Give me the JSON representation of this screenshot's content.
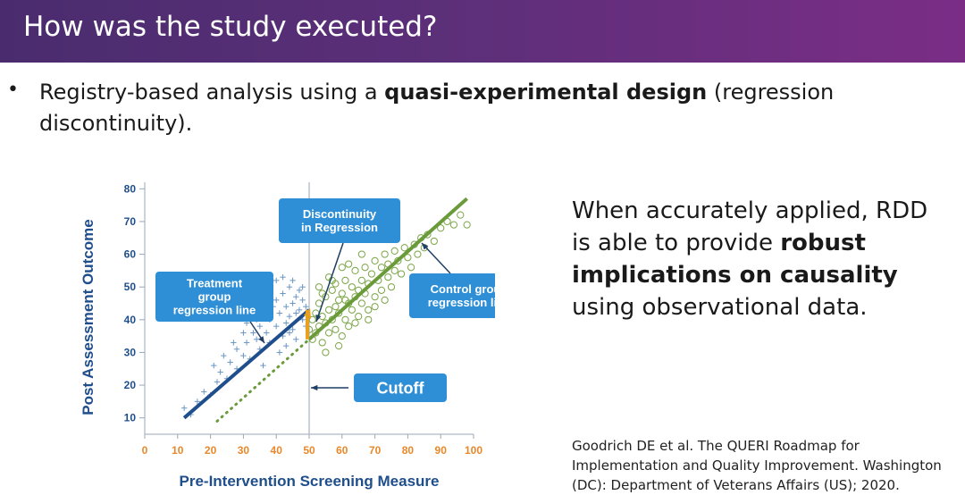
{
  "slide": {
    "title": "How was the study executed?",
    "bullet": {
      "text_before": "Registry-based analysis using a ",
      "text_bold": "quasi-experimental design",
      "text_after": " (regression discontinuity)."
    },
    "side_text": {
      "before": "When accurately applied, RDD is able to provide ",
      "bold": "robust implications on causality",
      "after": " using observational data."
    },
    "citation": "Goodrich DE et al. The QUERI Roadmap for Implementation and Quality Improvement. Washington (DC): Department of Veterans Affairs (US); 2020."
  },
  "chart_data": {
    "type": "scatter",
    "xlabel": "Pre-Intervention Screening Measure",
    "ylabel": "Post Assessment Outcome",
    "xlim": [
      0,
      100
    ],
    "ylim": [
      5,
      82
    ],
    "x_ticks": [
      0,
      10,
      20,
      30,
      40,
      50,
      60,
      70,
      80,
      90,
      100
    ],
    "y_ticks": [
      10,
      20,
      30,
      40,
      50,
      60,
      70,
      80
    ],
    "cutoff": 50,
    "series": [
      {
        "marker": "plus",
        "color": "#6a96c4",
        "points": [
          [
            12,
            13
          ],
          [
            14,
            11
          ],
          [
            16,
            15
          ],
          [
            18,
            18
          ],
          [
            20,
            17
          ],
          [
            22,
            21
          ],
          [
            23,
            24
          ],
          [
            25,
            22
          ],
          [
            26,
            27
          ],
          [
            28,
            25
          ],
          [
            28,
            31
          ],
          [
            30,
            29
          ],
          [
            31,
            33
          ],
          [
            32,
            28
          ],
          [
            33,
            36
          ],
          [
            34,
            34
          ],
          [
            35,
            31
          ],
          [
            35,
            38
          ],
          [
            36,
            42
          ],
          [
            37,
            36
          ],
          [
            38,
            33
          ],
          [
            38,
            40
          ],
          [
            39,
            44
          ],
          [
            40,
            38
          ],
          [
            40,
            46
          ],
          [
            41,
            42
          ],
          [
            42,
            35
          ],
          [
            42,
            48
          ],
          [
            43,
            44
          ],
          [
            43,
            39
          ],
          [
            44,
            41
          ],
          [
            44,
            50
          ],
          [
            45,
            45
          ],
          [
            45,
            37
          ],
          [
            46,
            47
          ],
          [
            46,
            42
          ],
          [
            47,
            43
          ],
          [
            47,
            49
          ],
          [
            48,
            40
          ],
          [
            48,
            46
          ],
          [
            49,
            44
          ],
          [
            49,
            38
          ],
          [
            44,
            36
          ],
          [
            41,
            30
          ],
          [
            36,
            26
          ],
          [
            30,
            36
          ],
          [
            33,
            44
          ],
          [
            38,
            47
          ],
          [
            40,
            52
          ],
          [
            37,
            50
          ],
          [
            27,
            33
          ],
          [
            24,
            29
          ],
          [
            21,
            26
          ],
          [
            46,
            34
          ],
          [
            43,
            32
          ],
          [
            34,
            40
          ],
          [
            31,
            39
          ],
          [
            45,
            52
          ],
          [
            48,
            50
          ],
          [
            42,
            53
          ]
        ]
      },
      {
        "marker": "circle",
        "color": "#7aa545",
        "points": [
          [
            50,
            37
          ],
          [
            51,
            34
          ],
          [
            51,
            40
          ],
          [
            52,
            42
          ],
          [
            52,
            36
          ],
          [
            53,
            38
          ],
          [
            53,
            45
          ],
          [
            54,
            33
          ],
          [
            54,
            41
          ],
          [
            55,
            39
          ],
          [
            55,
            47
          ],
          [
            56,
            43
          ],
          [
            56,
            36
          ],
          [
            57,
            40
          ],
          [
            57,
            49
          ],
          [
            58,
            44
          ],
          [
            58,
            37
          ],
          [
            59,
            46
          ],
          [
            59,
            42
          ],
          [
            60,
            35
          ],
          [
            60,
            48
          ],
          [
            61,
            40
          ],
          [
            61,
            52
          ],
          [
            62,
            45
          ],
          [
            62,
            38
          ],
          [
            63,
            50
          ],
          [
            63,
            43
          ],
          [
            64,
            47
          ],
          [
            64,
            55
          ],
          [
            65,
            41
          ],
          [
            65,
            49
          ],
          [
            66,
            52
          ],
          [
            66,
            45
          ],
          [
            67,
            48
          ],
          [
            67,
            56
          ],
          [
            68,
            43
          ],
          [
            68,
            51
          ],
          [
            69,
            54
          ],
          [
            70,
            47
          ],
          [
            70,
            58
          ],
          [
            71,
            52
          ],
          [
            72,
            49
          ],
          [
            72,
            56
          ],
          [
            73,
            60
          ],
          [
            74,
            53
          ],
          [
            74,
            57
          ],
          [
            75,
            50
          ],
          [
            76,
            55
          ],
          [
            76,
            61
          ],
          [
            77,
            58
          ],
          [
            78,
            54
          ],
          [
            79,
            62
          ],
          [
            80,
            59
          ],
          [
            81,
            56
          ],
          [
            82,
            63
          ],
          [
            83,
            60
          ],
          [
            84,
            65
          ],
          [
            85,
            62
          ],
          [
            86,
            66
          ],
          [
            88,
            64
          ],
          [
            90,
            68
          ],
          [
            92,
            70
          ],
          [
            94,
            69
          ],
          [
            96,
            72
          ],
          [
            98,
            69
          ],
          [
            56,
            53
          ],
          [
            60,
            56
          ],
          [
            58,
            51
          ],
          [
            53,
            50
          ],
          [
            66,
            60
          ],
          [
            70,
            44
          ],
          [
            73,
            46
          ],
          [
            62,
            57
          ],
          [
            55,
            30
          ],
          [
            59,
            32
          ],
          [
            64,
            39
          ],
          [
            68,
            40
          ],
          [
            57,
            52
          ],
          [
            61,
            46
          ],
          [
            54,
            48
          ]
        ]
      }
    ],
    "treatment_line": [
      [
        12,
        10
      ],
      [
        50,
        43
      ]
    ],
    "control_line": [
      [
        50,
        34
      ],
      [
        98,
        77
      ]
    ],
    "dotted_line": [
      [
        22,
        9
      ],
      [
        50,
        34
      ]
    ],
    "discontinuity_color": "#e8a020",
    "annotations": [
      {
        "text": "Discontinuity\nin Regression"
      },
      {
        "text": "Treatment\ngroup\nregression line"
      },
      {
        "text": "Control group\nregression line"
      },
      {
        "text": "Cutoff"
      }
    ],
    "colors": {
      "treatment": "#1f4e8c",
      "control": "#6a9a3a",
      "box": "#2e8fd6",
      "axis_text": "#1f4e8c"
    }
  }
}
